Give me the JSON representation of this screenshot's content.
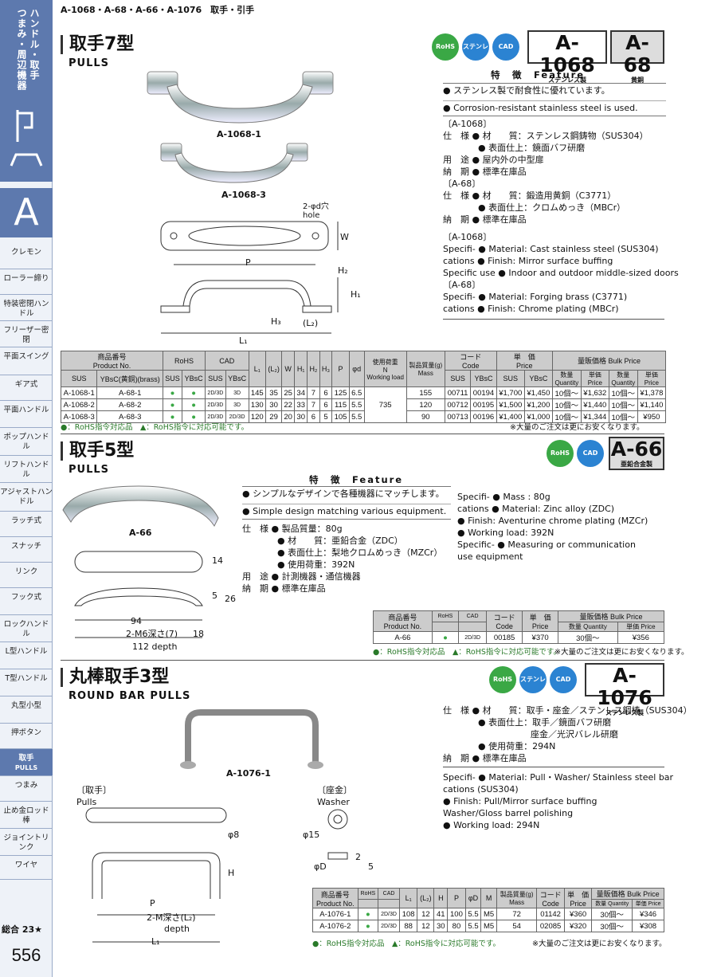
{
  "header": "A-1068・A-68・A-66・A-1076　取手・引手",
  "sidebar": {
    "cat_line1": "ハンドル・取手",
    "cat_line2": "つまみ・周辺機器",
    "letter": "A",
    "items": [
      "クレモン",
      "ローラー締り",
      "特装密閉ハンドル",
      "フリーザー密閉",
      "平面スイング",
      "ギア式",
      "平面ハンドル",
      "ポップハンドル",
      "リフトハンドル",
      "アジャストハンドル",
      "ラッチ式",
      "スナッチ",
      "リンク",
      "フック式",
      "ロックハンドル",
      "L型ハンドル",
      "T型ハンドル",
      "丸型小型",
      "押ボタン",
      "取手",
      "つまみ",
      "止め金ロッド棒",
      "ジョイントリンク",
      "ワイヤ"
    ],
    "pulls_tab": "PULLS",
    "total": "総合 23★",
    "page": "556"
  },
  "s1": {
    "title": "取手7型",
    "sub": "PULLS",
    "model1": "A-1068",
    "model1_sub": "ステンレス製",
    "model2": "A-68",
    "model2_sub": "黄銅",
    "badges": [
      "RoHS",
      "ステンレス",
      "CAD"
    ],
    "img1": "A-1068-1",
    "img2": "A-1068-3",
    "hole": "2-φd穴\nhole",
    "feature_title": "特　徴　Feature",
    "features": [
      "● ステンレス製で耐食性に優れています。",
      "● Corrosion-resistant stainless steel is used."
    ],
    "spec_jp": [
      "〔A-1068〕",
      "仕　様 ● 材　　質：ステンレス鋼鋳物（SUS304）",
      "　　　　● 表面仕上：鏡面バフ研磨",
      "用　途 ● 屋内外の中型扉",
      "納　期 ● 標準在庫品",
      "〔A-68〕",
      "仕　様 ● 材　　質：鍛造用黄銅（C3771）",
      "　　　　● 表面仕上：クロムめっき（MBCr）",
      "納　期 ● 標準在庫品"
    ],
    "spec_en": [
      "〔A-1068〕",
      "Specifi-  ● Material: Cast stainless steel (SUS304)",
      "cations  ● Finish: Mirror surface buffing",
      "Specific use ● Indoor and outdoor middle-sized doors",
      "〔A-68〕",
      "Specifi-  ● Material: Forging brass (C3771)",
      "cations  ● Finish: Chrome plating (MBCr)"
    ],
    "dims": {
      "P": "P",
      "L1": "L₁",
      "L2": "(L₂)",
      "W": "W",
      "H1": "H₁",
      "H2": "H₂",
      "H3": "H₃"
    },
    "table": {
      "h_prod": "商品番号\nProduct No.",
      "h_sus": "SUS",
      "h_ybsc": "YBsC(黄銅)(brass)",
      "h_rohs": "RoHS",
      "h_cad": "CAD",
      "h_sus2": "SUS",
      "h_ybsc2": "YBsC",
      "h_sus3": "SUS",
      "h_ybsc3": "YBsC",
      "cols": [
        "L₁",
        "(L₂)",
        "W",
        "H₁",
        "H₂",
        "H₃",
        "P",
        "φd"
      ],
      "h_load": "使用荷重\nN\nWorking load",
      "h_mass": "製品質量(g)\nMass",
      "h_code": "コード\nCode",
      "h_price": "単　価\nPrice",
      "h_bulk": "量販価格 Bulk Price",
      "h_qty": "数量\nQuantity",
      "h_uprice": "単価\nPrice",
      "rows": [
        [
          "A-1068-1",
          "A-68-1",
          "●",
          "●",
          "2D/3D",
          "3D",
          "145",
          "35",
          "25",
          "34",
          "7",
          "6",
          "125",
          "6.5",
          "155",
          "00711",
          "00194",
          "¥1,700",
          "¥1,450",
          "10個～",
          "¥1,632",
          "10個～",
          "¥1,378"
        ],
        [
          "A-1068-2",
          "A-68-2",
          "●",
          "●",
          "2D/3D",
          "3D",
          "130",
          "30",
          "22",
          "33",
          "7",
          "6",
          "115",
          "5.5",
          "120",
          "00712",
          "00195",
          "¥1,500",
          "¥1,200",
          "10個～",
          "¥1,440",
          "10個～",
          "¥1,140"
        ],
        [
          "A-1068-3",
          "A-68-3",
          "●",
          "●",
          "2D/3D",
          "2D/3D",
          "120",
          "29",
          "20",
          "30",
          "6",
          "5",
          "105",
          "5.5",
          "90",
          "00713",
          "00196",
          "¥1,400",
          "¥1,000",
          "10個～",
          "¥1,344",
          "10個～",
          "¥950"
        ]
      ],
      "load": "735"
    },
    "note_l": "●：RoHS指令対応品　▲：RoHS指令に対応可能です。",
    "note_r": "※大量のご注文は更にお安くなります。"
  },
  "s2": {
    "title": "取手5型",
    "sub": "PULLS",
    "model": "A-66",
    "model_sub": "亜鉛合金製",
    "badges": [
      "RoHS",
      "CAD"
    ],
    "img": "A-66",
    "feature_title": "特　徴　Feature",
    "features": [
      "● シンプルなデザインで各種機器にマッチします。",
      "● Simple design matching various equipment."
    ],
    "spec_jp": [
      "仕　様 ● 製品質量：80g",
      "　　　　● 材　　質：亜鉛合金（ZDC）",
      "　　　　● 表面仕上：梨地クロムめっき（MZCr）",
      "　　　　● 使用荷重：392N",
      "用　途 ● 計測機器・通信機器",
      "納　期 ● 標準在庫品"
    ],
    "spec_en": [
      "Specifi-  ● Mass : 80g",
      "cations  ● Material: Zinc alloy (ZDC)",
      "              ● Finish: Aventurine chrome plating (MZCr)",
      "              ● Working load: 392N",
      "Specific- ● Measuring or communication",
      "use            equipment"
    ],
    "dims": [
      "14",
      "5",
      "26",
      "94",
      "2-M6深さ(7)",
      "18",
      "112",
      "depth"
    ],
    "table": {
      "h_prod": "商品番号\nProduct No.",
      "h_rohs": "RoHS",
      "h_cad": "CAD",
      "h_code": "コード\nCode",
      "h_price": "単　価\nPrice",
      "h_bulk": "量販価格 Bulk Price",
      "h_qty": "数量 Quantity",
      "h_uprice": "単価 Price",
      "row": [
        "A-66",
        "●",
        "2D/3D",
        "00185",
        "¥370",
        "30個～",
        "¥356"
      ]
    },
    "note_l": "●：RoHS指令対応品　▲：RoHS指令に対応可能です。",
    "note_r": "※大量のご注文は更にお安くなります。"
  },
  "s3": {
    "title": "丸棒取手3型",
    "sub": "ROUND BAR PULLS",
    "model": "A-1076",
    "model_sub": "ステンレス製",
    "badges": [
      "RoHS",
      "ステンレス",
      "CAD"
    ],
    "img": "A-1076-1",
    "pulls_lbl": "〔取手〕\nPulls",
    "washer_lbl": "〔座金〕\nWasher",
    "spec_jp": [
      "仕　様 ● 材　　質：取手・座金／ステンレス鋼棒（SUS304）",
      "　　　　● 表面仕上：取手／鏡面バフ研磨",
      "　　　　　　　　　　座金／光沢バレル研磨",
      "　　　　● 使用荷重：294N",
      "納　期 ● 標準在庫品"
    ],
    "spec_en": [
      "Specifi-  ● Material: Pull・Washer/ Stainless steel bar",
      "cations            (SUS304)",
      "              ● Finish: Pull/Mirror surface buffing",
      "                          Washer/Gloss barrel polishing",
      "              ● Working load: 294N"
    ],
    "dims": [
      "φ8",
      "H",
      "P",
      "2-M深さ(L₂)",
      "depth",
      "L₁",
      "φ15",
      "φD",
      "2",
      "5"
    ],
    "table": {
      "h_prod": "商品番号\nProduct No.",
      "h_rohs": "RoHS",
      "h_cad": "CAD",
      "cols": [
        "L₁",
        "(L₂)",
        "H",
        "P",
        "φD",
        "M"
      ],
      "h_mass": "製品質量(g)\nMass",
      "h_code": "コード\nCode",
      "h_price": "単　価\nPrice",
      "h_bulk": "量販価格 Bulk Price",
      "h_qty": "数量 Quantity",
      "h_uprice": "単価 Price",
      "rows": [
        [
          "A-1076-1",
          "●",
          "2D/3D",
          "108",
          "12",
          "41",
          "100",
          "5.5",
          "M5",
          "72",
          "01142",
          "¥360",
          "30個～",
          "¥346"
        ],
        [
          "A-1076-2",
          "●",
          "2D/3D",
          "88",
          "12",
          "30",
          "80",
          "5.5",
          "M5",
          "54",
          "02085",
          "¥320",
          "30個～",
          "¥308"
        ]
      ]
    },
    "note_l": "●：RoHS指令対応品　▲：RoHS指令に対応可能です。",
    "note_r": "※大量のご注文は更にお安くなります。"
  }
}
